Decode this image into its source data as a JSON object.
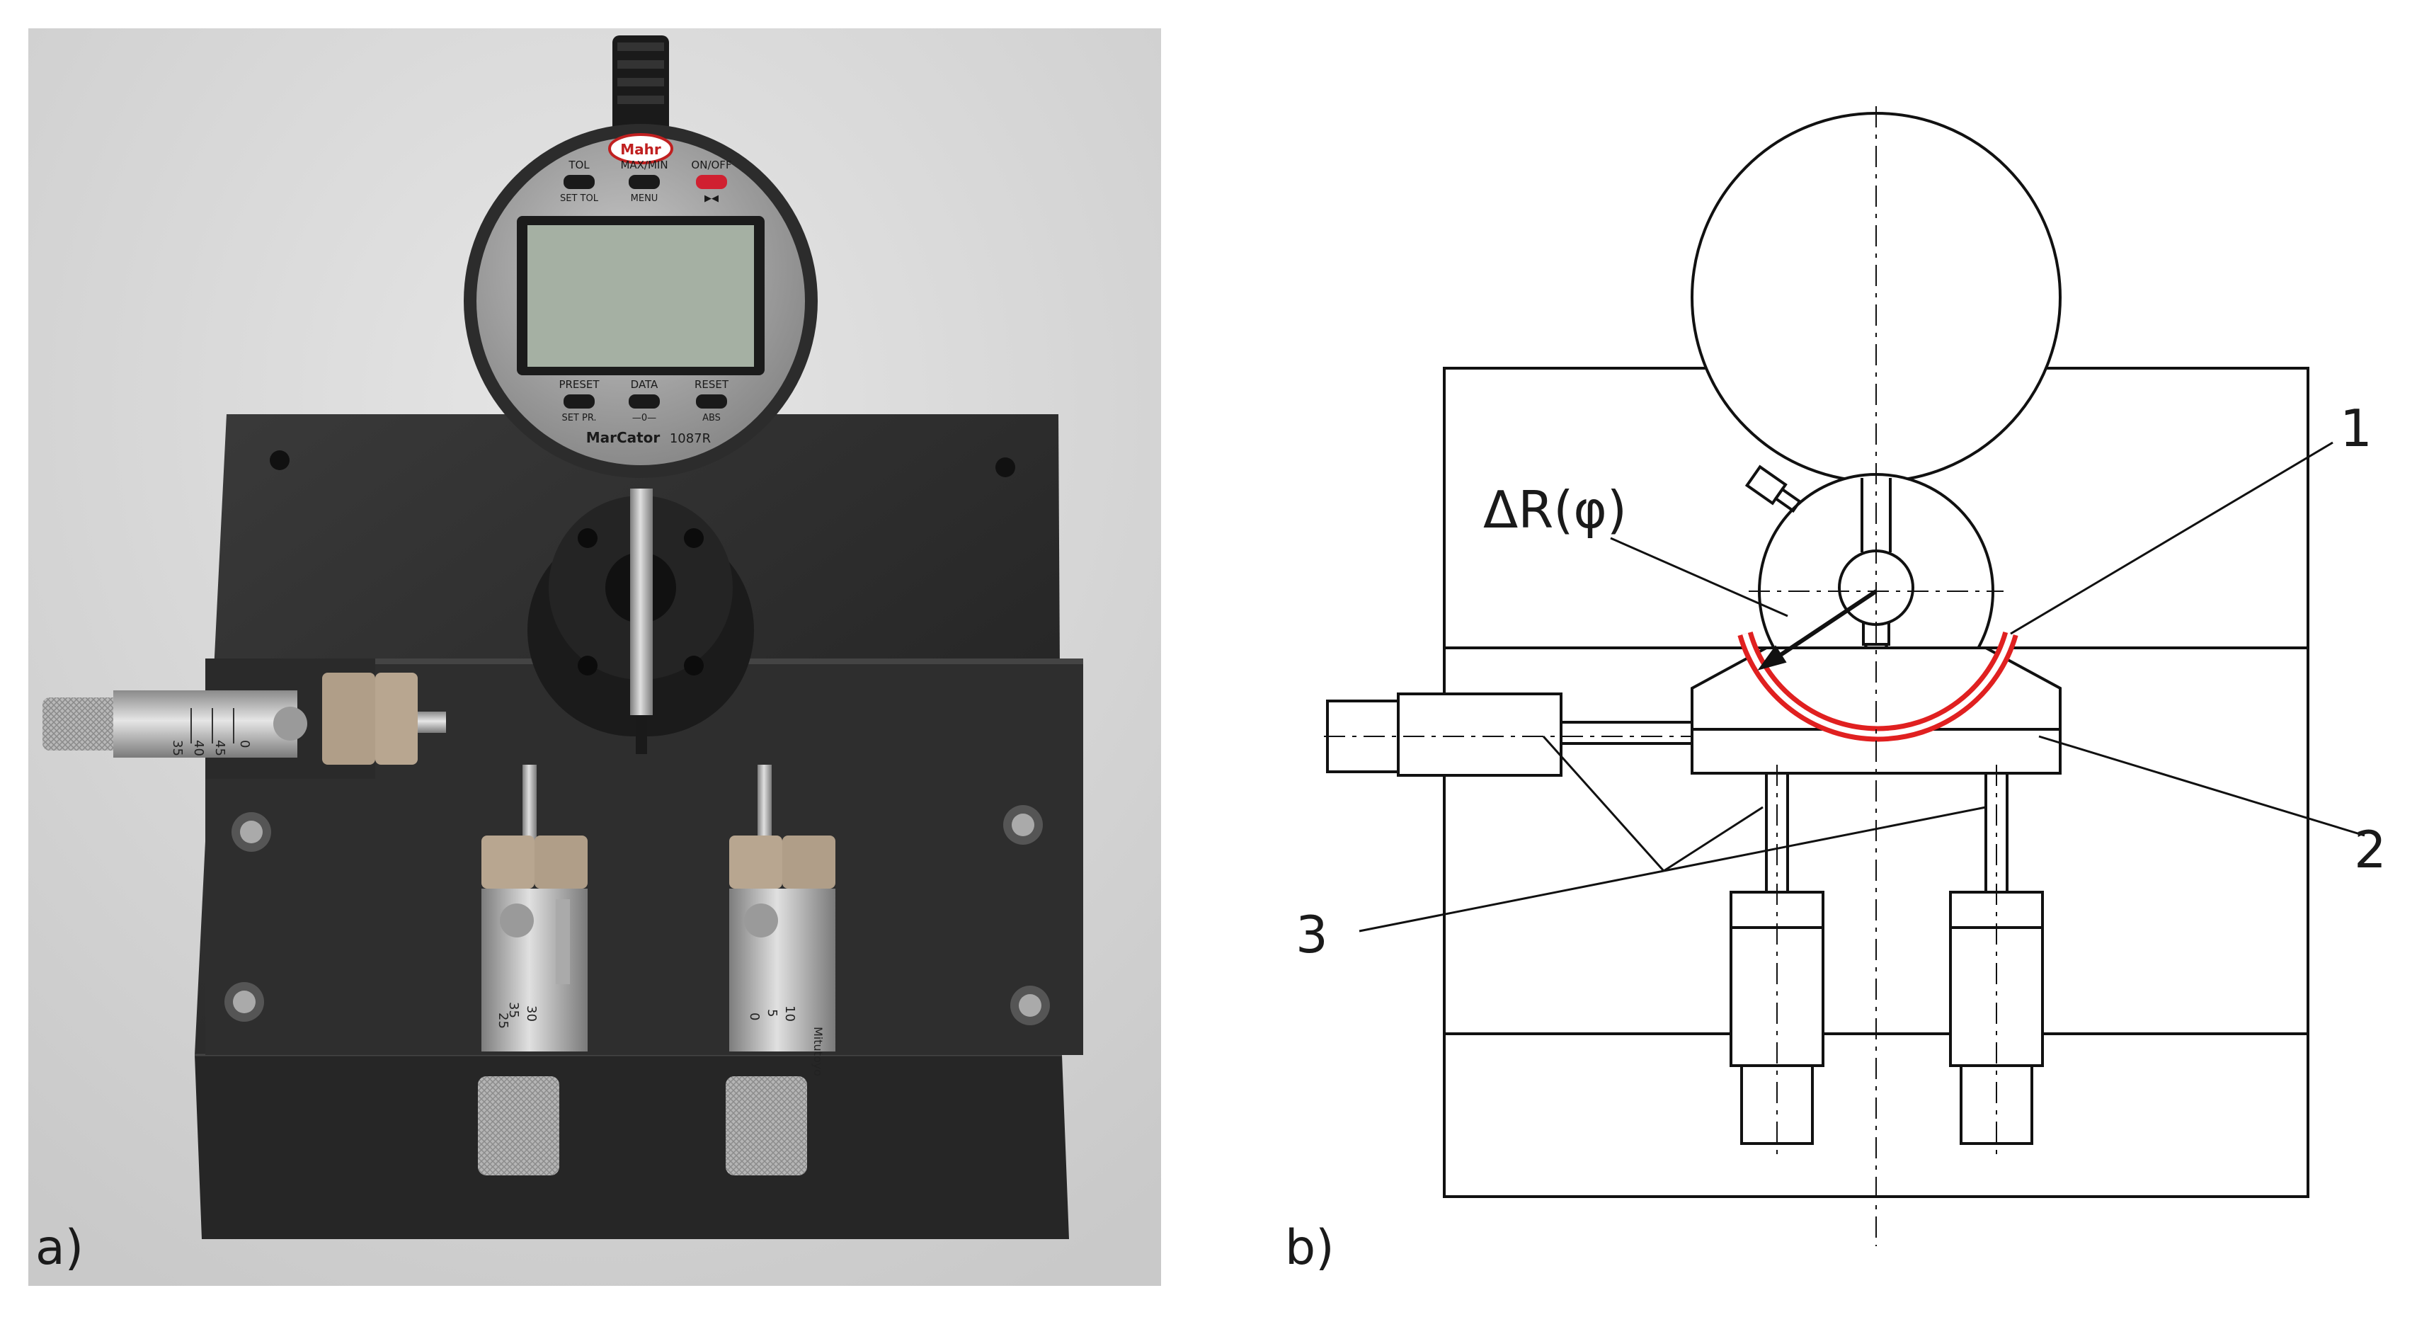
{
  "panel_a": {
    "label": "a)",
    "gauge": {
      "brand": "Mahr",
      "model": "MarCator",
      "model_number": "1087R",
      "top_buttons": [
        {
          "top": "TOL",
          "bottom": "SET TOL"
        },
        {
          "top": "MAX/MIN",
          "bottom": "MENU"
        },
        {
          "top": "ON/OFF",
          "bottom": "▶◀"
        }
      ],
      "bottom_buttons": [
        {
          "top": "PRESET",
          "bottom": "SET PR."
        },
        {
          "top": "DATA",
          "bottom": "—0—"
        },
        {
          "top": "RESET",
          "bottom": "ABS"
        }
      ]
    },
    "micrometer_left_scale": [
      "35",
      "40",
      "45",
      "0"
    ],
    "micrometer_mid_scale": [
      "35",
      "30",
      "25"
    ],
    "micrometer_right_scale": [
      "10",
      "5",
      "0"
    ],
    "micrometer_brand": "Mitutoyo",
    "colors": {
      "background": "#dcdcdc",
      "plate": "#2b2b2b",
      "gauge_body": "#9a9a9a",
      "on_button": "#d02030"
    }
  },
  "panel_b": {
    "label": "b)",
    "delta_label": "ΔR(φ)",
    "callouts": [
      "1",
      "2",
      "3"
    ],
    "colors": {
      "line": "#111111",
      "ring": "#e02020"
    }
  }
}
